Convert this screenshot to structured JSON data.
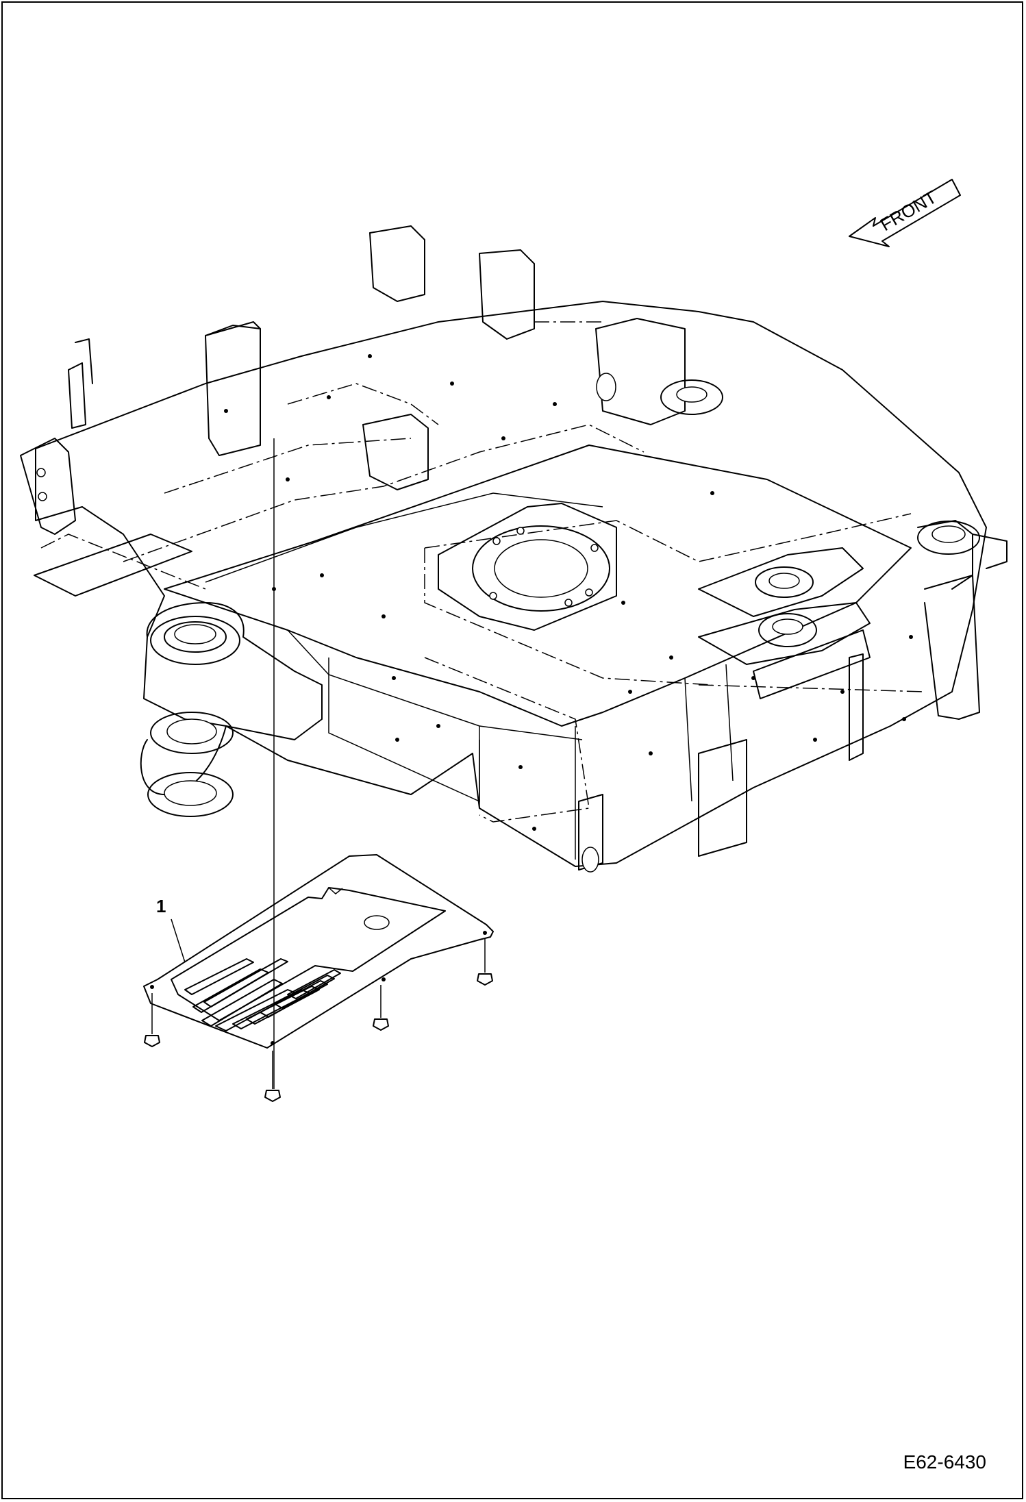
{
  "diagram": {
    "orientation_label": "FRONT",
    "callouts": [
      {
        "number": "1"
      }
    ],
    "figure_code": "E62-6430"
  }
}
